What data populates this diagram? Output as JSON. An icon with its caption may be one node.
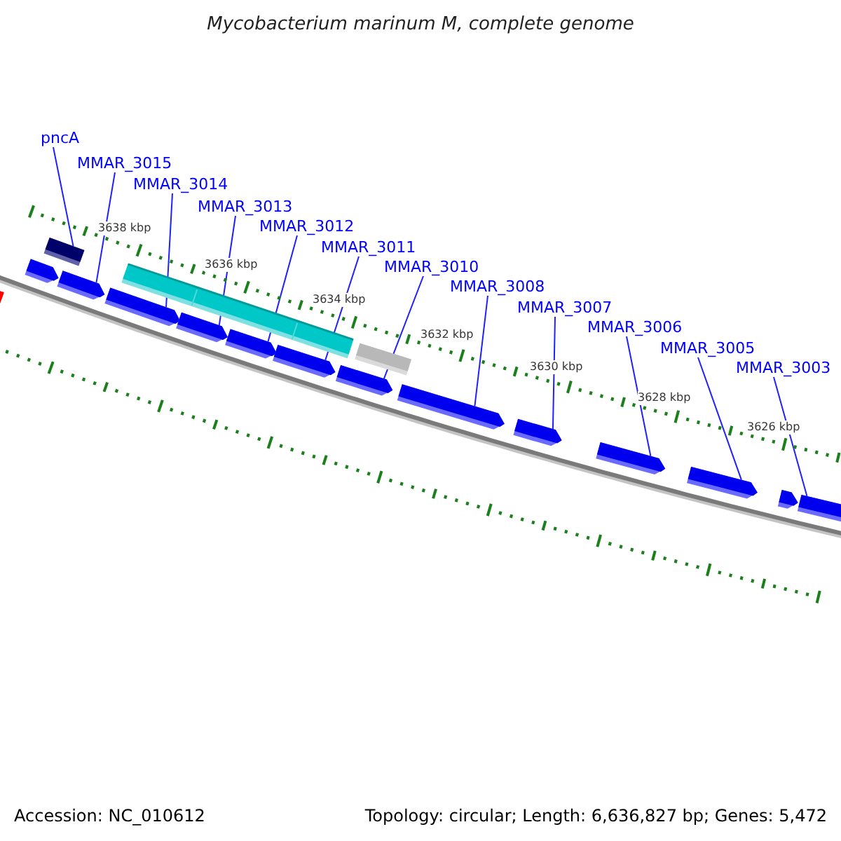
{
  "diagram": {
    "title": "Mycobacterium marinum M, complete genome",
    "nodes": [
      {
        "text": [
          "pncA"
        ]
      },
      {
        "text": [
          "MMAR_3015"
        ]
      },
      {
        "text": [
          "MMAR_3014"
        ]
      },
      {
        "text": [
          "MMAR_3013"
        ]
      },
      {
        "text": [
          "MMAR_3012"
        ]
      },
      {
        "text": [
          "MMAR_3011"
        ]
      },
      {
        "text": [
          "MMAR_3010"
        ]
      },
      {
        "text": [
          "MMAR_3008"
        ]
      },
      {
        "text": [
          "MMAR_3007"
        ]
      },
      {
        "text": [
          "MMAR_3006"
        ]
      },
      {
        "text": [
          "MMAR_3005"
        ]
      },
      {
        "text": [
          "MMAR_3003"
        ]
      },
      {
        "text": [],
        "shape": "box"
      },
      {
        "text": [],
        "shape": "pentagon"
      },
      {
        "text": [],
        "shape": "pentagon"
      },
      {
        "text": [],
        "shape": "pentagon"
      },
      {
        "text": [],
        "shape": "pentagon"
      },
      {
        "text": [],
        "shape": "pentagon"
      },
      {
        "text": [],
        "shape": "pentagon"
      },
      {
        "text": [],
        "shape": "pentagon"
      },
      {
        "text": [],
        "shape": "pentagon"
      },
      {
        "text": [],
        "shape": "pentagon"
      },
      {
        "text": [],
        "shape": "pentagon"
      },
      {
        "text": [],
        "shape": "pentagon"
      }
    ],
    "edges": [
      {
        "from": 0,
        "to": 12,
        "arrow": "none"
      },
      {
        "from": 1,
        "to": 13,
        "arrow": "none"
      },
      {
        "from": 2,
        "to": 14,
        "arrow": "none"
      },
      {
        "from": 3,
        "to": 15,
        "arrow": "none"
      },
      {
        "from": 4,
        "to": 16,
        "arrow": "none"
      },
      {
        "from": 5,
        "to": 17,
        "arrow": "none"
      },
      {
        "from": 6,
        "to": 18,
        "arrow": "none"
      },
      {
        "from": 7,
        "to": 19,
        "arrow": "none"
      },
      {
        "from": 8,
        "to": 20,
        "arrow": "none"
      },
      {
        "from": 9,
        "to": 21,
        "arrow": "none"
      },
      {
        "from": 10,
        "to": 22,
        "arrow": "none"
      },
      {
        "from": 11,
        "to": 23,
        "arrow": "none"
      }
    ],
    "labels": [
      "3638 kbp",
      "3636 kbp",
      "3634 kbp",
      "3632 kbp",
      "3630 kbp",
      "3628 kbp",
      "3626 kbp",
      "Accession: NC_010612",
      "Topology: circular; Length: 6,636,827 bp; Genes: 5,472"
    ]
  }
}
